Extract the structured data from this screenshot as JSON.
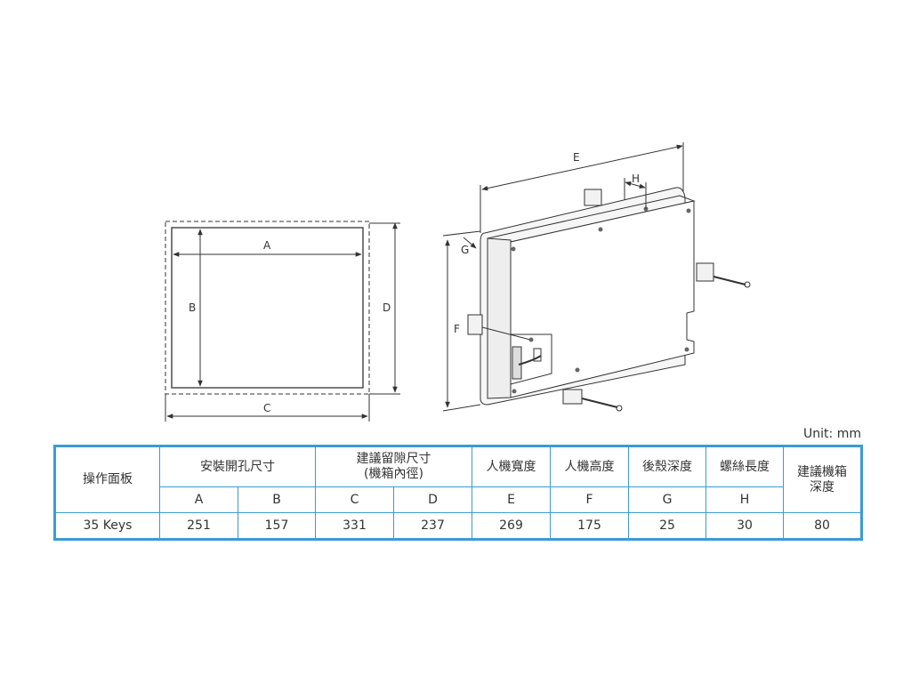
{
  "diagram": {
    "cutout_labels": {
      "a": "A",
      "b": "B",
      "c": "C",
      "d": "D"
    },
    "device_labels": {
      "e": "E",
      "f": "F",
      "g": "G",
      "h": "H"
    }
  },
  "unit_label": "Unit: mm",
  "table": {
    "headers": {
      "panel": "操作面板",
      "cutout": "安裝開孔尺寸",
      "clearance_line1": "建議留隙尺寸",
      "clearance_line2": "(機箱內徑)",
      "width": "人機寬度",
      "height": "人機高度",
      "depth": "後殼深度",
      "screw": "螺絲長度",
      "box_depth_line1": "建議機箱",
      "box_depth_line2": "深度"
    },
    "subheaders": [
      "A",
      "B",
      "C",
      "D",
      "E",
      "F",
      "G",
      "H"
    ],
    "rows": [
      {
        "panel": "35 Keys",
        "values": [
          "251",
          "157",
          "331",
          "237",
          "269",
          "175",
          "25",
          "30",
          "80"
        ]
      }
    ]
  }
}
